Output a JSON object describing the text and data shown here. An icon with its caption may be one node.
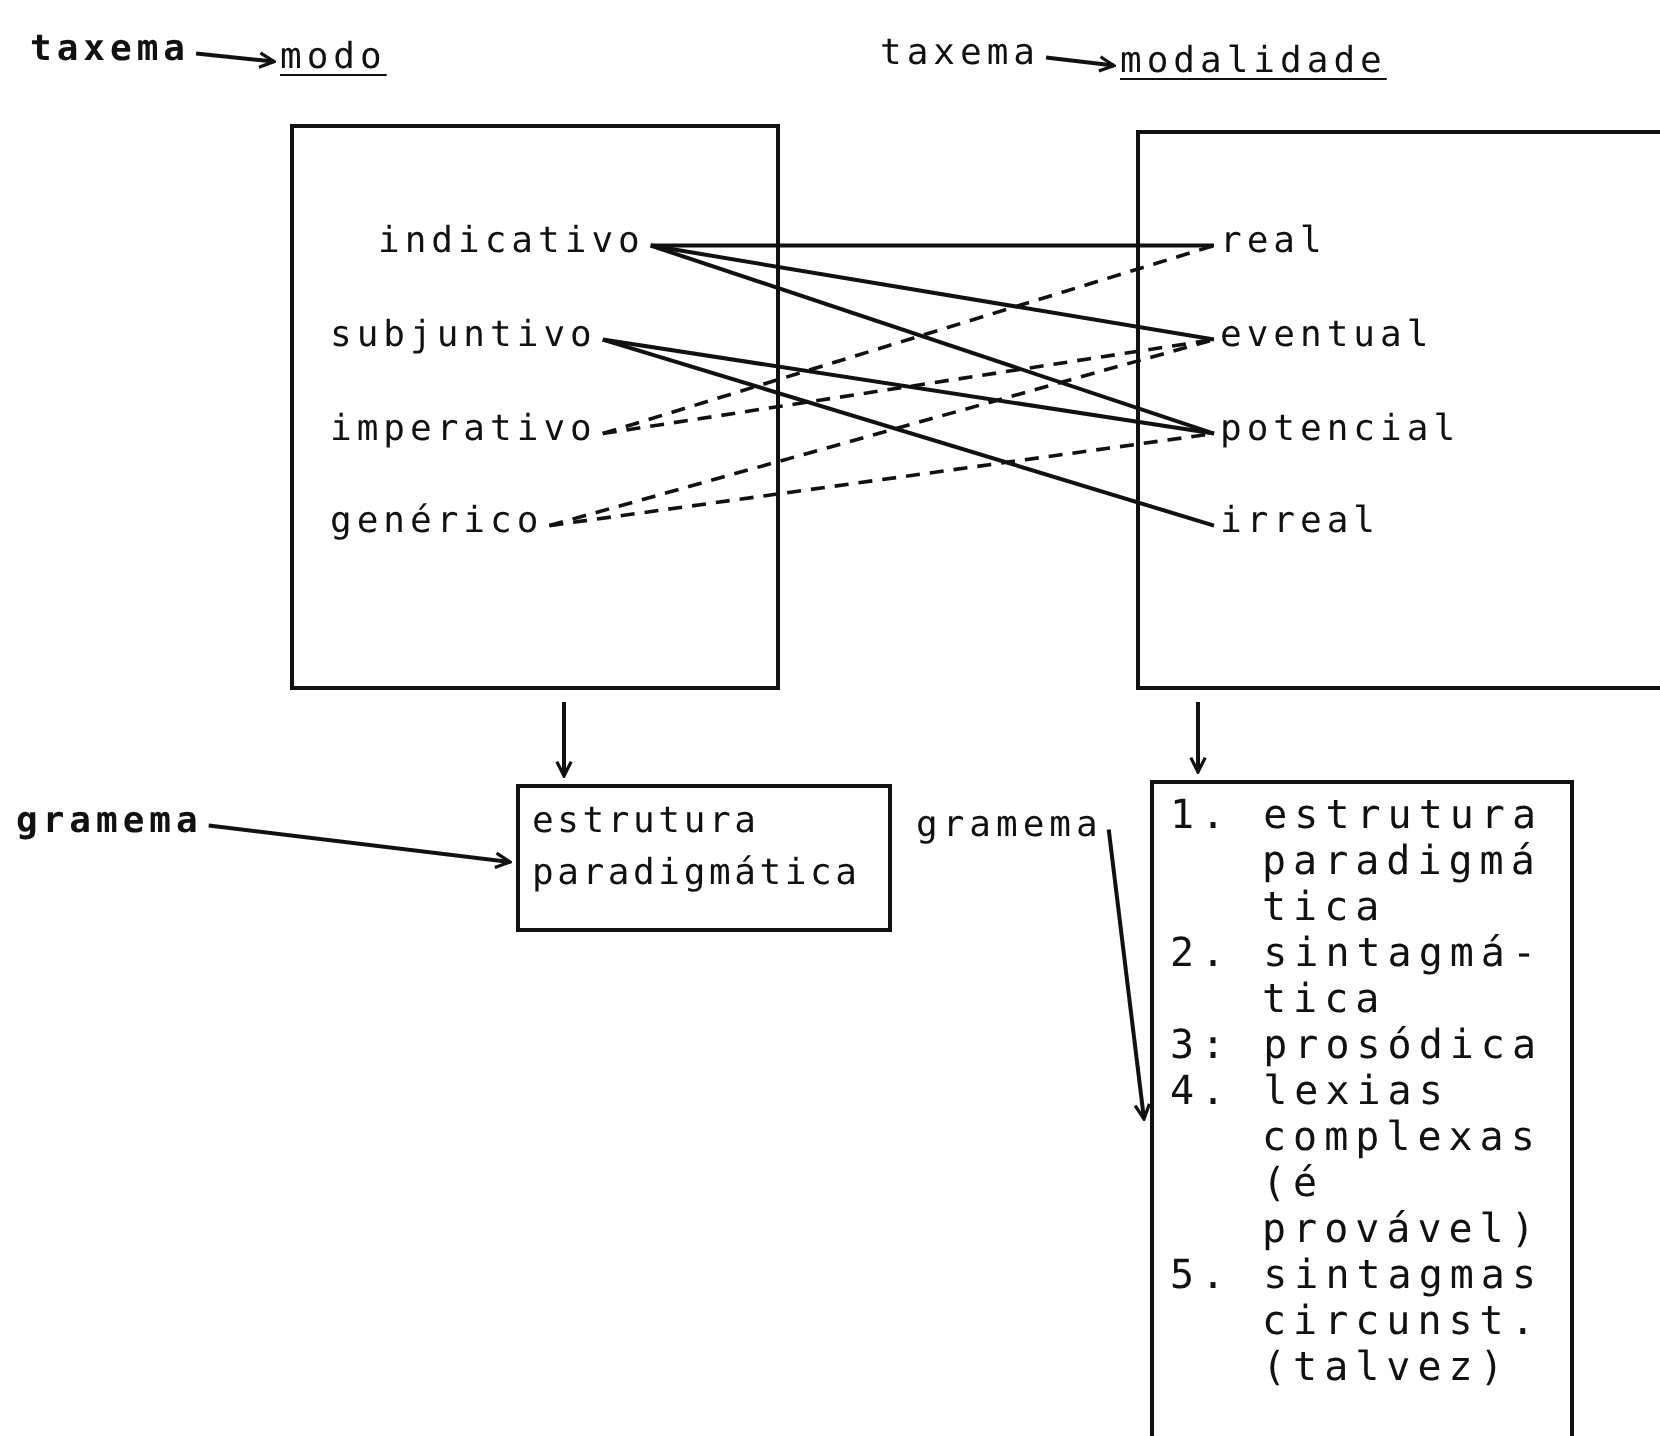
{
  "diagram": {
    "nodes": [
      {
        "text": [
          "taxema"
        ]
      },
      {
        "text": [
          "modo"
        ]
      },
      {
        "text": [
          "taxema"
        ]
      },
      {
        "text": [
          "modalidade"
        ]
      },
      {
        "text": [],
        "shape": "box"
      },
      {
        "text": [
          "indicativo"
        ],
        "in": 4
      },
      {
        "text": [
          "subjuntivo"
        ],
        "in": 4
      },
      {
        "text": [
          "imperativo"
        ],
        "in": 4
      },
      {
        "text": [
          "genérico"
        ],
        "in": 4
      },
      {
        "text": [],
        "shape": "box"
      },
      {
        "text": [
          "real"
        ],
        "in": 9
      },
      {
        "text": [
          "eventual"
        ],
        "in": 9
      },
      {
        "text": [
          "potencial"
        ],
        "in": 9
      },
      {
        "text": [
          "irreal"
        ],
        "in": 9
      },
      {
        "text": [
          "gramema"
        ]
      },
      {
        "text": [
          "estrutura paradigmática"
        ]
      },
      {
        "text": [
          "gramema"
        ]
      },
      {
        "text": [
          "1. estrutura paradigmá tica",
          "2. sintagmá- tica",
          "3: prosódica",
          "4. lexias complexas (é provável)",
          "5. sintagmas circunst. (talvez)"
        ]
      }
    ],
    "edges": [
      {
        "from": 0,
        "to": 1,
        "arrow": "to"
      },
      {
        "from": 2,
        "to": 3,
        "arrow": "to"
      },
      {
        "from": 5,
        "to": 10,
        "arrow": "none"
      },
      {
        "from": 5,
        "to": 11,
        "arrow": "none"
      },
      {
        "from": 5,
        "to": 12,
        "arrow": "none"
      },
      {
        "from": 6,
        "to": 12,
        "arrow": "none"
      },
      {
        "from": 6,
        "to": 13,
        "arrow": "none"
      },
      {
        "from": 7,
        "to": 10,
        "arrow": "none",
        "style": "dashed"
      },
      {
        "from": 7,
        "to": 11,
        "arrow": "none",
        "style": "dashed"
      },
      {
        "from": 8,
        "to": 11,
        "arrow": "none",
        "style": "dashed"
      },
      {
        "from": 8,
        "to": 12,
        "arrow": "none",
        "style": "dashed"
      },
      {
        "from": 4,
        "to": 15,
        "arrow": "to"
      },
      {
        "from": 9,
        "to": 17,
        "arrow": "to"
      },
      {
        "from": 14,
        "to": 15,
        "arrow": "to"
      },
      {
        "from": 16,
        "to": 17,
        "arrow": "to"
      }
    ]
  }
}
